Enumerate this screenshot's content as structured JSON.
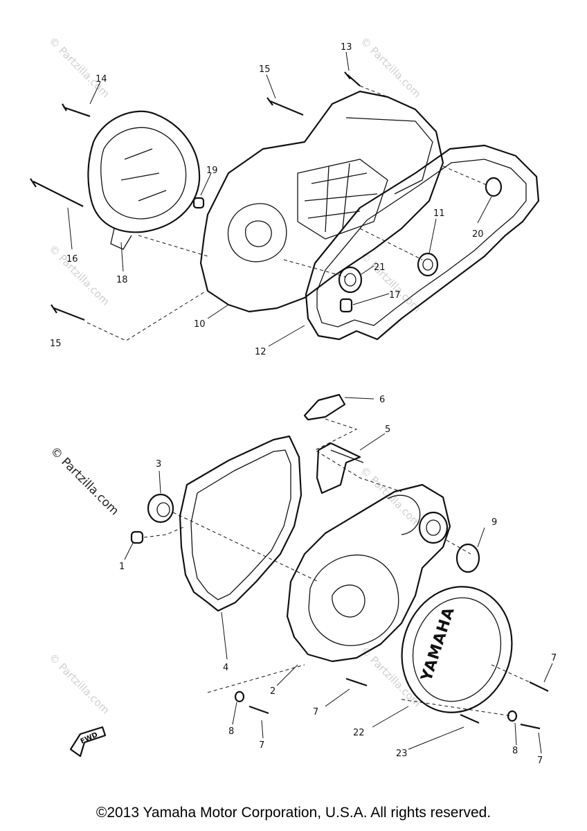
{
  "callouts": {
    "c1": "1",
    "c2": "2",
    "c3": "3",
    "c4": "4",
    "c5": "5",
    "c6": "6",
    "c7a": "7",
    "c7b": "7",
    "c7c": "7",
    "c7d": "7",
    "c8a": "8",
    "c8b": "8",
    "c9": "9",
    "c10": "10",
    "c11": "11",
    "c12": "12",
    "c13": "13",
    "c14": "14",
    "c15a": "15",
    "c15b": "15",
    "c16": "16",
    "c17": "17",
    "c18": "18",
    "c19": "19",
    "c20": "20",
    "c21": "21",
    "c22": "22",
    "c23": "23"
  },
  "cover_logo_text": "YAMAHA",
  "fwd_arrow_text": "FWD",
  "watermark_text": "© Partzilla.com",
  "copyright": "©2013 Yamaha Motor Corporation, U.S.A. All rights reserved."
}
